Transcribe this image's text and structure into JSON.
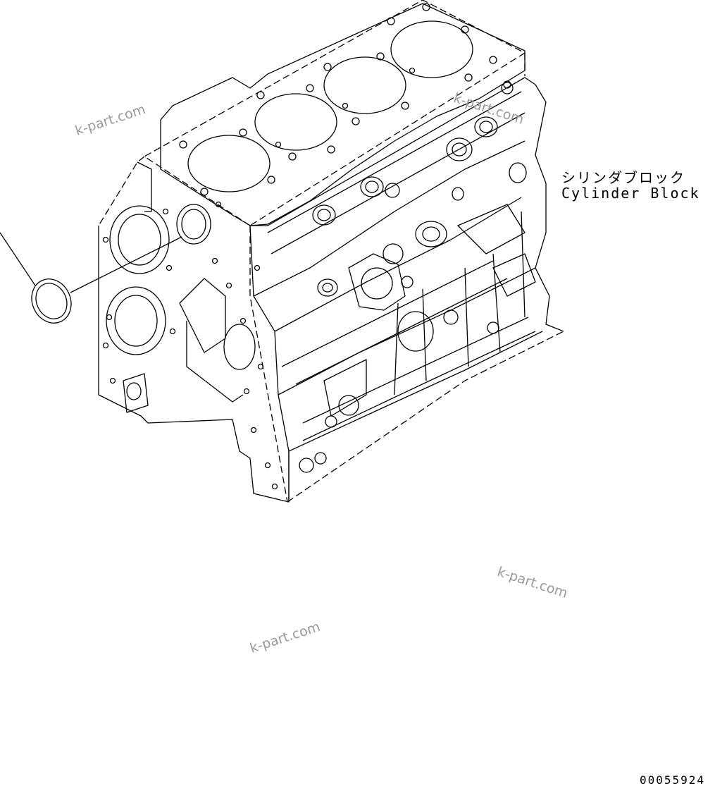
{
  "part_label": {
    "japanese": "シリンダブロック",
    "english": "Cylinder Block"
  },
  "watermarks": [
    "k-part.com",
    "k-part.com",
    "k-part.com",
    "k-part.com"
  ],
  "drawing_number": "00055924",
  "colors": {
    "line": "#000000",
    "watermark": "#9a9a9a",
    "background": "#ffffff"
  }
}
